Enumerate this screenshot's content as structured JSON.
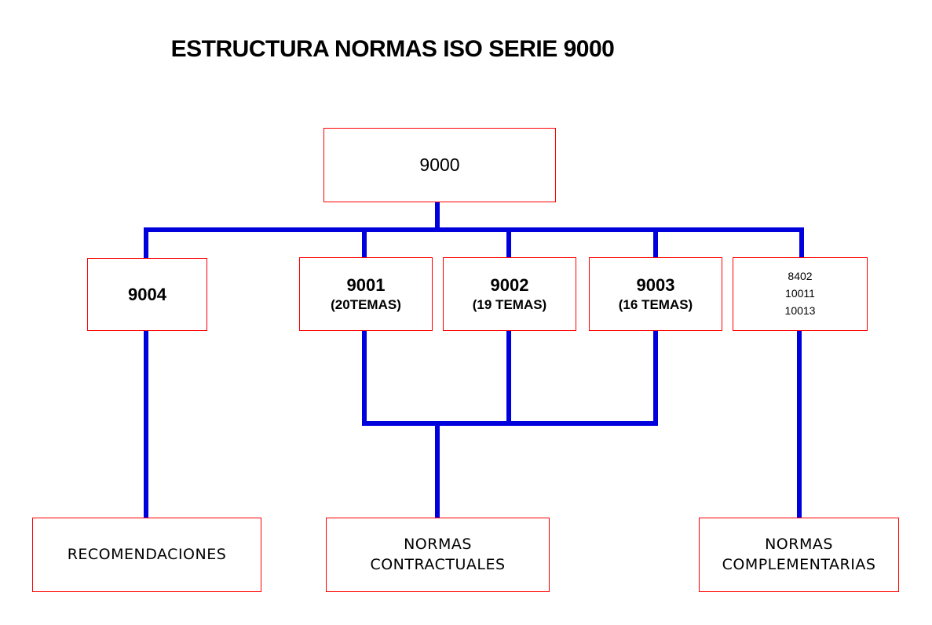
{
  "page": {
    "title": "ESTRUCTURA NORMAS ISO SERIE 9000",
    "background_color": "#ffffff",
    "box_border_color": "#ff0000",
    "connector_color": "#0000dd",
    "text_color": "#000000"
  },
  "nodes": {
    "root": {
      "label": "9000"
    },
    "n9004": {
      "label": "9004"
    },
    "n9001": {
      "label": "9001",
      "sub": "(20TEMAS)"
    },
    "n9002": {
      "label": "9002",
      "sub": "(19 TEMAS)"
    },
    "n9003": {
      "label": "9003",
      "sub": "(16 TEMAS)"
    },
    "codes": {
      "line1": "8402",
      "line2": "10011",
      "line3": "10013"
    },
    "recomendaciones": {
      "label": "RECOMENDACIONES"
    },
    "contractuales": {
      "line1": "NORMAS",
      "line2": "CONTRACTUALES"
    },
    "complementarias": {
      "line1": "NORMAS",
      "line2": "COMPLEMENTARIAS"
    }
  }
}
